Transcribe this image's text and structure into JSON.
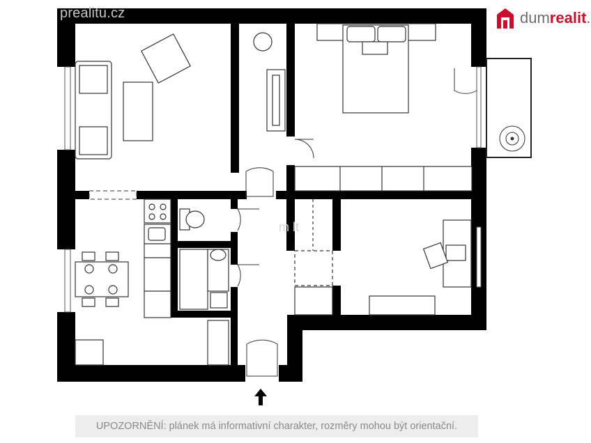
{
  "watermark_top": "prealitu.cz",
  "logo": {
    "part_a": "dum",
    "part_b": "realit",
    "part_c": ".c",
    "icon": "house-logo-icon",
    "brand_color": "#c8102e"
  },
  "watermark_mid": "m  lt",
  "disclaimer": "UPOZORNĚNÍ: plánek má informativní charakter, rozměry mohou být orientační.",
  "entrance_icon": "arrow-up-icon",
  "colors": {
    "wall": "#000000",
    "furniture_line": "#333333",
    "note_bg": "#ededed"
  }
}
